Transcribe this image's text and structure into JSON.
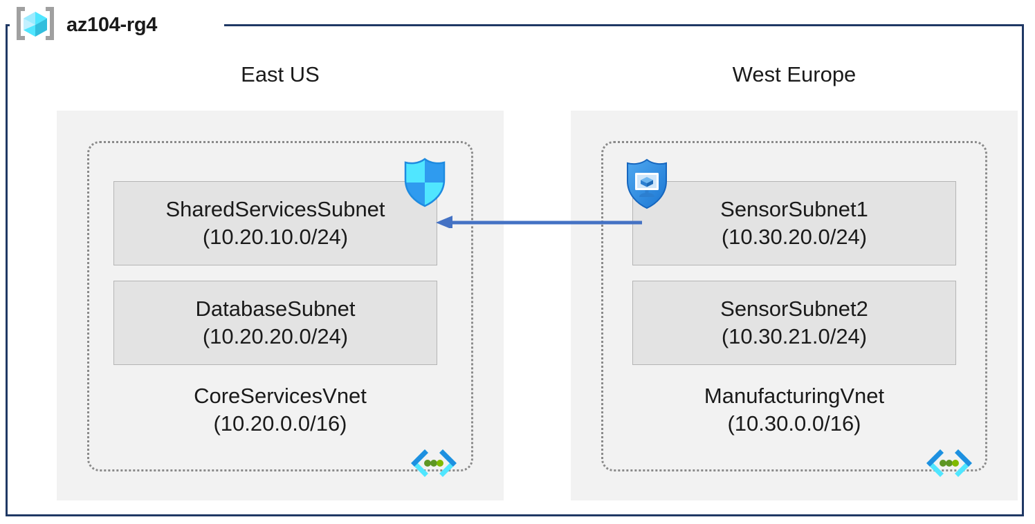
{
  "diagram": {
    "type": "azure-network-architecture",
    "resource_group": {
      "name": "az104-rg4",
      "icon": "resource-group-icon",
      "frame_color": "#1F3864"
    },
    "colors": {
      "frame": "#1F3864",
      "region_fill": "#f2f2f2",
      "vnet_border": "#8a8a8a",
      "subnet_fill": "#e3e3e3",
      "subnet_border": "#b4b4b4",
      "arrow": "#4472C4",
      "azure_blue": "#0078D4",
      "cyan": "#50E6FF",
      "green_dot": "#5E9624"
    },
    "regions": [
      {
        "label": "East US",
        "vnet": {
          "name": "CoreServicesVnet",
          "cidr": "(10.20.0.0/16)",
          "icon": "virtual-network-icon",
          "subnets": [
            {
              "name": "SharedServicesSubnet",
              "cidr": "(10.20.10.0/24)",
              "icon": "network-security-group-icon"
            },
            {
              "name": "DatabaseSubnet",
              "cidr": "(10.20.20.0/24)",
              "icon": null
            }
          ]
        }
      },
      {
        "label": "West Europe",
        "vnet": {
          "name": "ManufacturingVnet",
          "cidr": "(10.30.0.0/16)",
          "icon": "virtual-network-icon",
          "subnets": [
            {
              "name": "SensorSubnet1",
              "cidr": "(10.30.20.0/24)",
              "icon": "bastion-shield-icon"
            },
            {
              "name": "SensorSubnet2",
              "cidr": "(10.30.21.0/24)",
              "icon": null
            }
          ]
        }
      }
    ],
    "connector": {
      "name": "vnet-peering-arrow",
      "direction": "right-to-left",
      "from": "SensorSubnet1",
      "to": "SharedServicesSubnet",
      "label": ""
    }
  }
}
